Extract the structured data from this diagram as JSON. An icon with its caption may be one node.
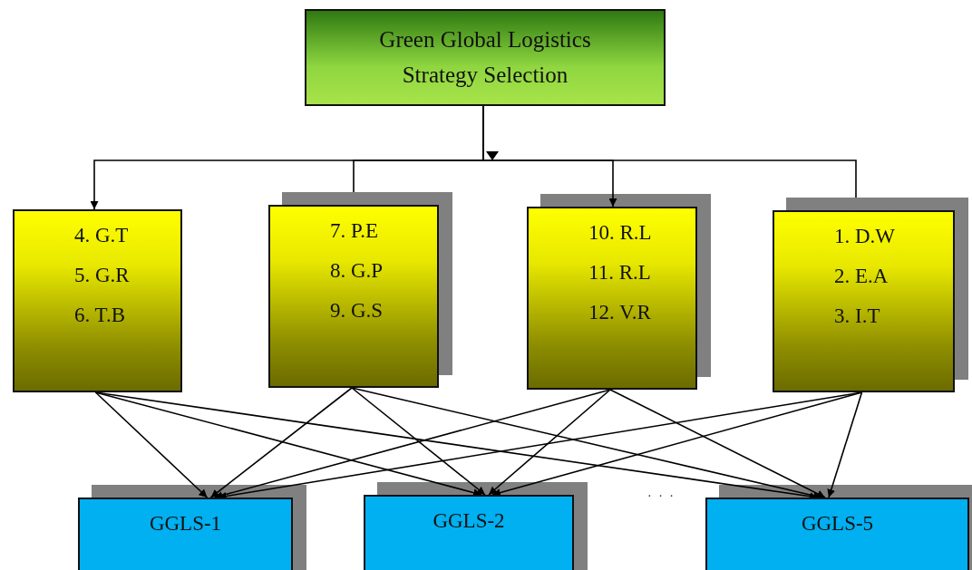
{
  "diagram": {
    "nodes": [
      {
        "text": [
          "Green Global Logistics Strategy Selection"
        ]
      },
      {
        "text": [
          "4. G.T",
          "5. G.R",
          "6. T.B"
        ]
      },
      {
        "text": [
          "7. P.E",
          "8. G.P",
          "9. G.S"
        ]
      },
      {
        "text": [
          "10. R.L",
          "11. R.L",
          "12. V.R"
        ]
      },
      {
        "text": [
          "1. D.W",
          "2. E.A",
          "3. I.T"
        ]
      },
      {
        "text": [
          "GGLS-1"
        ]
      },
      {
        "text": [
          "GGLS-2"
        ]
      },
      {
        "text": [
          "GGLS-5"
        ]
      }
    ],
    "edges": [
      {
        "from": 0,
        "to": 1,
        "arrow": "to"
      },
      {
        "from": 0,
        "to": 2,
        "arrow": "none"
      },
      {
        "from": 0,
        "to": 3,
        "arrow": "to"
      },
      {
        "from": 0,
        "to": 4,
        "arrow": "none"
      },
      {
        "from": 1,
        "to": 5,
        "arrow": "to"
      },
      {
        "from": 1,
        "to": 6,
        "arrow": "to"
      },
      {
        "from": 1,
        "to": 7,
        "arrow": "to"
      },
      {
        "from": 2,
        "to": 5,
        "arrow": "to"
      },
      {
        "from": 2,
        "to": 6,
        "arrow": "to"
      },
      {
        "from": 2,
        "to": 7,
        "arrow": "to"
      },
      {
        "from": 3,
        "to": 5,
        "arrow": "to"
      },
      {
        "from": 3,
        "to": 6,
        "arrow": "to"
      },
      {
        "from": 3,
        "to": 7,
        "arrow": "to"
      },
      {
        "from": 4,
        "to": 5,
        "arrow": "to"
      },
      {
        "from": 4,
        "to": 6,
        "arrow": "to"
      },
      {
        "from": 4,
        "to": 7,
        "arrow": "to"
      }
    ],
    "labels": [
      "· · ·"
    ]
  }
}
